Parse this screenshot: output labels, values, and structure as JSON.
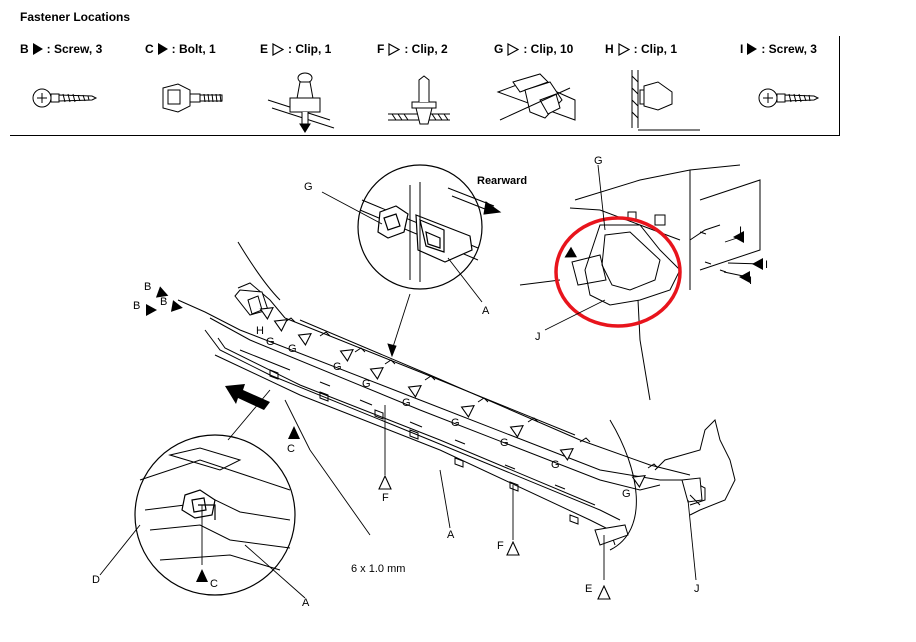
{
  "title": "Fastener Locations",
  "fasteners": [
    {
      "letter": "B",
      "type": "Screw",
      "qty": "3",
      "marker": "filled",
      "text": ": Screw, 3"
    },
    {
      "letter": "C",
      "type": "Bolt",
      "qty": "1",
      "marker": "filled",
      "text": ": Bolt, 1"
    },
    {
      "letter": "E",
      "type": "Clip",
      "qty": "1",
      "marker": "open",
      "text": ": Clip, 1"
    },
    {
      "letter": "F",
      "type": "Clip",
      "qty": "2",
      "marker": "open",
      "text": ": Clip, 2"
    },
    {
      "letter": "G",
      "type": "Clip",
      "qty": "10",
      "marker": "open",
      "text": ": Clip, 10"
    },
    {
      "letter": "H",
      "type": "Clip",
      "qty": "1",
      "marker": "open",
      "text": ": Clip, 1"
    },
    {
      "letter": "I",
      "type": "Screw",
      "qty": "3",
      "marker": "filled",
      "text": ": Screw, 3"
    }
  ],
  "callouts": {
    "rearward": "Rearward",
    "bolt_size": "6 x 1.0 mm",
    "A": "A",
    "B": "B",
    "C": "C",
    "D": "D",
    "E": "E",
    "F": "F",
    "G": "G",
    "H": "H",
    "I": "I",
    "J": "J"
  },
  "colors": {
    "highlight_circle": "#e8141c",
    "line": "#000000",
    "background": "#ffffff"
  }
}
